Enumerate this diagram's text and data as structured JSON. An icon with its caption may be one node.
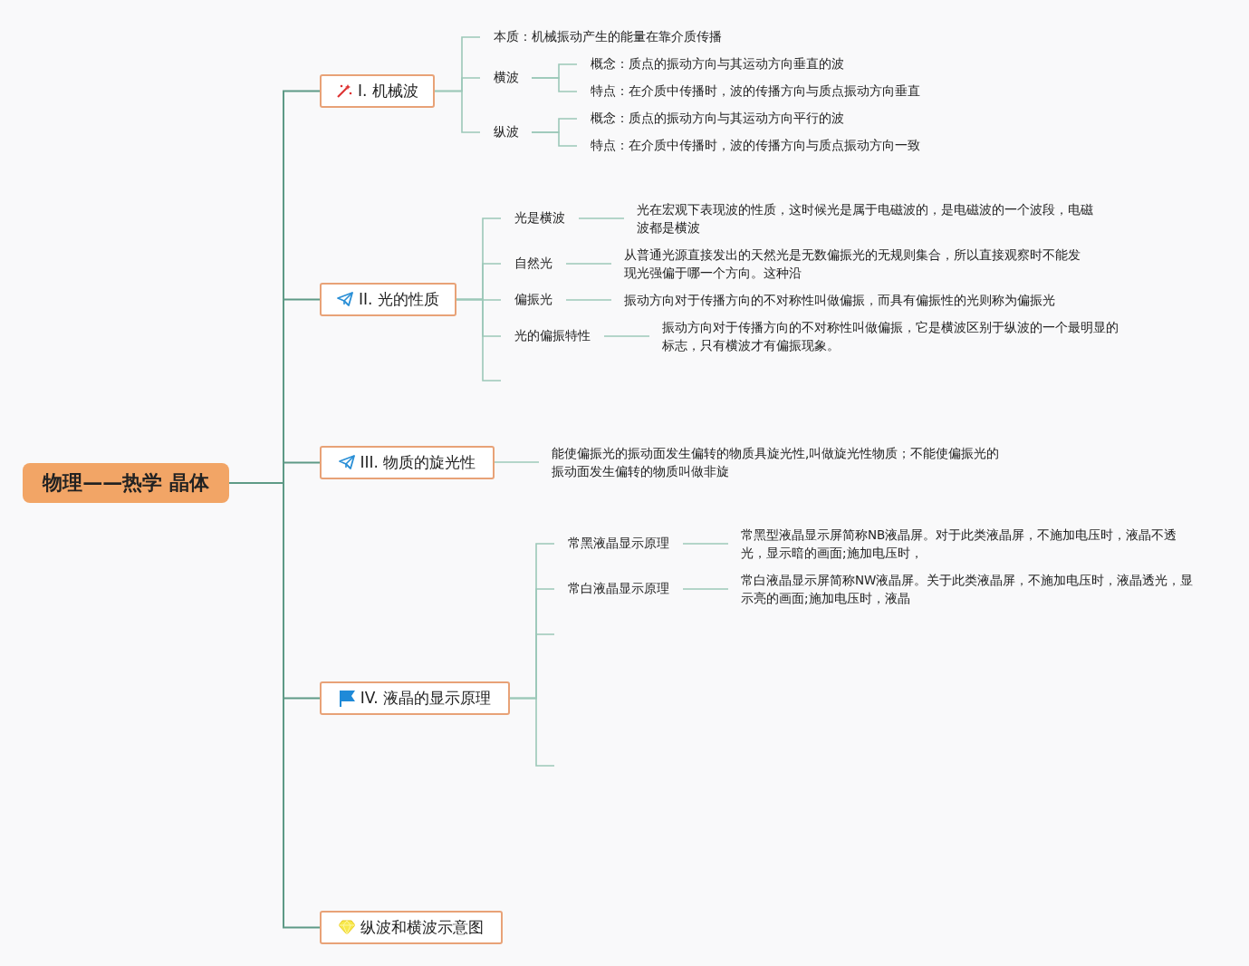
{
  "diagram": {
    "nodes": [
      {
        "text": [
          "物理——热学 晶体"
        ]
      },
      {
        "text": [
          "I. 机械波"
        ]
      },
      {
        "text": [
          "本质：机械振动产生的能量在靠介质传播"
        ]
      },
      {
        "text": [
          "横波"
        ]
      },
      {
        "text": [
          "概念：质点的振动方向与其运动方向垂直的波"
        ]
      },
      {
        "text": [
          "特点：在介质中传播时，波的传播方向与质点振动方向垂直"
        ]
      },
      {
        "text": [
          "纵波"
        ]
      },
      {
        "text": [
          "概念：质点的振动方向与其运动方向平行的波"
        ]
      },
      {
        "text": [
          "特点：在介质中传播时，波的传播方向与质点振动方向一致"
        ]
      },
      {
        "text": [
          "II. 光的性质"
        ]
      },
      {
        "text": [
          "光是横波"
        ]
      },
      {
        "text": [
          "光在宏观下表现波的性质，这时候光是属于电磁波的，是电磁波的一个波段，电磁波都是横波"
        ]
      },
      {
        "text": [
          "自然光"
        ]
      },
      {
        "text": [
          "从普通光源直接发出的天然光是无数偏振光的无规则集合，所以直接观察时不能发现光强偏于哪一个方向。这种沿"
        ]
      },
      {
        "text": [
          "偏振光"
        ]
      },
      {
        "text": [
          "振动方向对于传播方向的不对称性叫做偏振，而具有偏振性的光则称为偏振光"
        ]
      },
      {
        "text": [
          "光的偏振特性"
        ]
      },
      {
        "text": [
          "振动方向对于传播方向的不对称性叫做偏振，它是横波区别于纵波的一个最明显的标志，只有横波才有偏振现象。"
        ]
      },
      {
        "text": [
          "III. 物质的旋光性"
        ]
      },
      {
        "text": [
          "能使偏振光的振动面发生偏转的物质具旋光性,叫做旋光性物质；不能使偏振光的振动面发生偏转的物质叫做非旋"
        ]
      },
      {
        "text": [
          "IV. 液晶的显示原理"
        ]
      },
      {
        "text": [
          "常黑液晶显示原理"
        ]
      },
      {
        "text": [
          "常黑型液晶显示屏简称NB液晶屏。对于此类液晶屏，不施加电压时，液晶不透光，显示暗的画面;施加电压时，"
        ]
      },
      {
        "text": [
          "常白液晶显示原理"
        ]
      },
      {
        "text": [
          "常白液晶显示屏简称NW液晶屏。关于此类液晶屏，不施加电压时，液晶透光，显示亮的画面;施加电压时，液晶"
        ]
      },
      {
        "text": [
          "纵波和横波示意图"
        ]
      }
    ],
    "edges": [
      {
        "from": 0,
        "to": 1,
        "arrow": "none"
      },
      {
        "from": 0,
        "to": 9,
        "arrow": "none"
      },
      {
        "from": 0,
        "to": 18,
        "arrow": "none"
      },
      {
        "from": 0,
        "to": 20,
        "arrow": "none"
      },
      {
        "from": 0,
        "to": 25,
        "arrow": "none"
      },
      {
        "from": 1,
        "to": 2,
        "arrow": "none"
      },
      {
        "from": 1,
        "to": 3,
        "arrow": "none"
      },
      {
        "from": 1,
        "to": 6,
        "arrow": "none"
      },
      {
        "from": 3,
        "to": 4,
        "arrow": "none"
      },
      {
        "from": 3,
        "to": 5,
        "arrow": "none"
      },
      {
        "from": 6,
        "to": 7,
        "arrow": "none"
      },
      {
        "from": 6,
        "to": 8,
        "arrow": "none"
      },
      {
        "from": 9,
        "to": 10,
        "arrow": "none"
      },
      {
        "from": 9,
        "to": 12,
        "arrow": "none"
      },
      {
        "from": 9,
        "to": 14,
        "arrow": "none"
      },
      {
        "from": 9,
        "to": 16,
        "arrow": "none"
      },
      {
        "from": 9,
        "to": null,
        "arrow": "none"
      },
      {
        "from": 10,
        "to": 11,
        "arrow": "none"
      },
      {
        "from": 12,
        "to": 13,
        "arrow": "none"
      },
      {
        "from": 14,
        "to": 15,
        "arrow": "none"
      },
      {
        "from": 16,
        "to": 17,
        "arrow": "none"
      },
      {
        "from": 18,
        "to": 19,
        "arrow": "none"
      },
      {
        "from": 20,
        "to": 21,
        "arrow": "none"
      },
      {
        "from": 20,
        "to": 23,
        "arrow": "none"
      },
      {
        "from": 20,
        "to": null,
        "arrow": "none"
      },
      {
        "from": 20,
        "to": null,
        "arrow": "none"
      },
      {
        "from": 21,
        "to": 22,
        "arrow": "none"
      },
      {
        "from": 23,
        "to": 24,
        "arrow": "none"
      }
    ]
  }
}
